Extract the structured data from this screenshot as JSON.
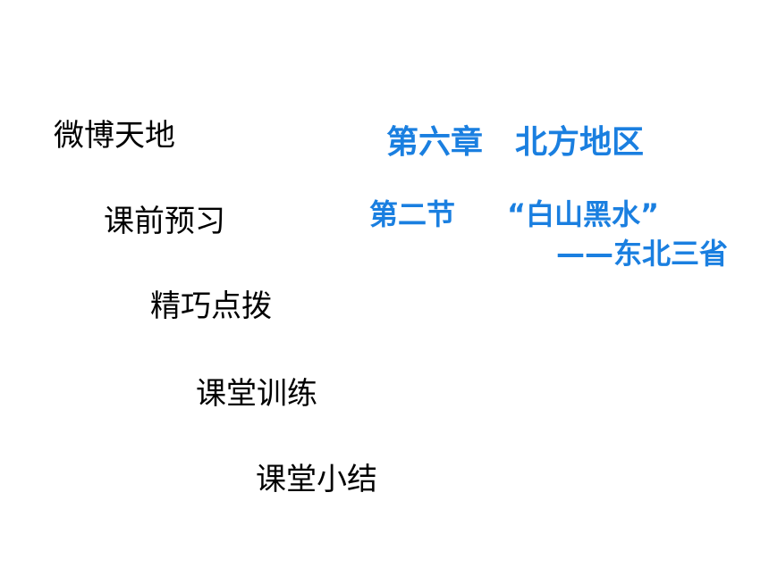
{
  "nav": {
    "items": [
      {
        "label": "微博天地"
      },
      {
        "label": "课前预习"
      },
      {
        "label": "精巧点拨"
      },
      {
        "label": "课堂训练"
      },
      {
        "label": "课堂小结"
      }
    ]
  },
  "heading": {
    "chapter": "第六章　北方地区",
    "section_number": "第二节",
    "section_title": "“白山黑水”",
    "section_subtitle": "——东北三省"
  },
  "colors": {
    "heading": "#1a7fe0",
    "nav_text": "#000000",
    "background": "#ffffff"
  }
}
